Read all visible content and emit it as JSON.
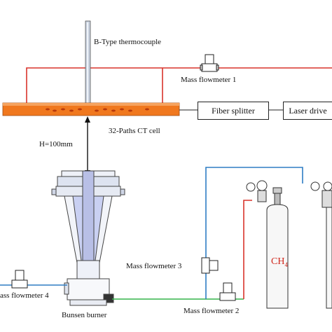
{
  "labels": {
    "thermocouple": "B-Type thermocouple",
    "mass_flowmeter_1": "Mass flowmeter 1",
    "ct_cell": "32-Paths CT cell",
    "height": "H=100mm",
    "mass_flowmeter_3": "Mass flowmeter 3",
    "mass_flowmeter_4": "ass flowmeter 4",
    "mass_flowmeter_2": "Mass flowmeter 2",
    "bunsen_burner": "Bunsen burner",
    "ch4_main": "CH",
    "ch4_sub": "4"
  },
  "boxes": {
    "fiber_splitter": "Fiber splitter",
    "laser_driver": "Laser drive"
  },
  "colors": {
    "red_line": "#d9342b",
    "blue_line": "#2e7dc4",
    "green_line": "#33b34a",
    "ct_cell": "#f0781e",
    "ch4_text": "#d0281d"
  }
}
